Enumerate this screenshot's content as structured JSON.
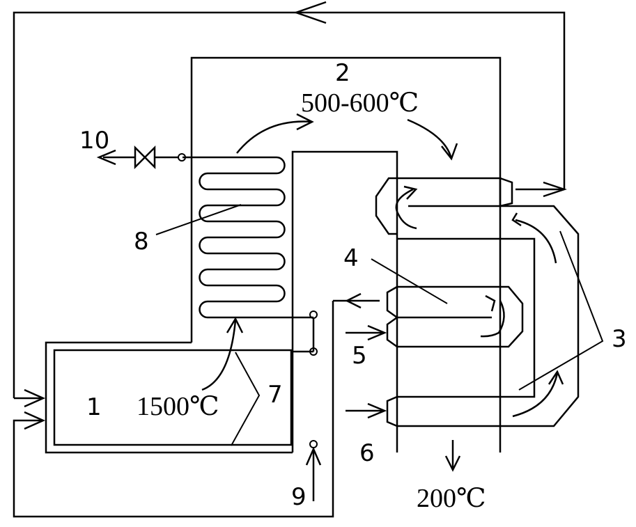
{
  "labels": {
    "n1": "1",
    "n2": "2",
    "n3": "3",
    "n4": "4",
    "n5": "5",
    "n6": "6",
    "n7": "7",
    "n8": "8",
    "n9": "9",
    "n10": "10"
  },
  "temperatures": {
    "upper": "500-600℃",
    "furnace": "1500℃",
    "exit": "200℃"
  }
}
